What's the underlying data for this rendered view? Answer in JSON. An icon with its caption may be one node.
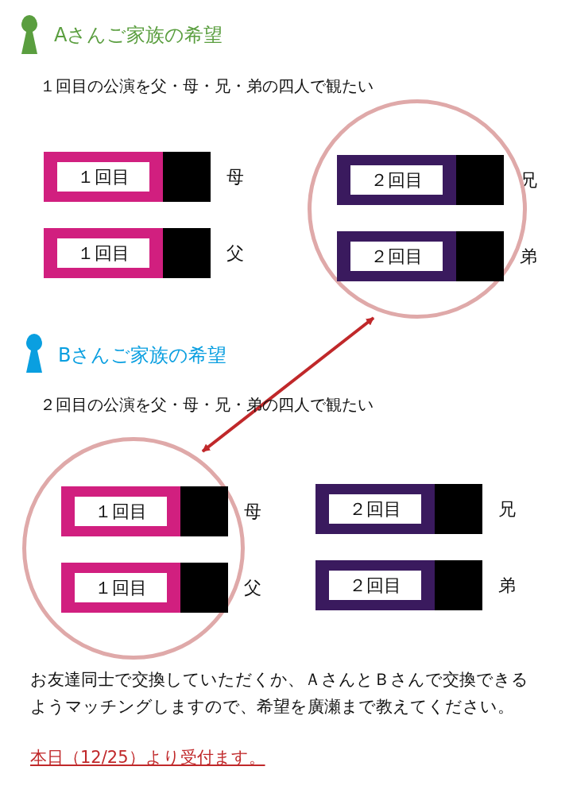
{
  "diagram": {
    "nodes": [
      {
        "text": [
          "１回目"
        ]
      },
      {
        "text": [
          "１回目"
        ]
      },
      {
        "text": [],
        "shape": "circle"
      },
      {
        "text": [
          "２回目"
        ],
        "in": 2
      },
      {
        "text": [
          "２回目"
        ],
        "in": 2
      },
      {
        "text": [],
        "shape": "circle"
      },
      {
        "text": [
          "１回目"
        ],
        "in": 5
      },
      {
        "text": [
          "１回目"
        ],
        "in": 5
      },
      {
        "text": [
          "２回目"
        ]
      },
      {
        "text": [
          "２回目"
        ]
      }
    ],
    "edges": [
      {
        "from": 2,
        "to": 5,
        "arrow": "both",
        "color": "#c0282a"
      }
    ],
    "labels": [
      "Aさんご家族の希望",
      "１回目の公演を父・母・兄・弟の四人で観たい",
      "母",
      "兄",
      "父",
      "弟",
      "Bさんご家族の希望",
      "２回目の公演を父・母・兄・弟の四人で観たい",
      "母",
      "兄",
      "父",
      "弟",
      "お友達同士で交換していただくか、ＡさんとＢさんで交換できるようマッチングしますので、希望を廣瀬まで教えてください。",
      "本日（12/25）より受付ます。"
    ]
  }
}
